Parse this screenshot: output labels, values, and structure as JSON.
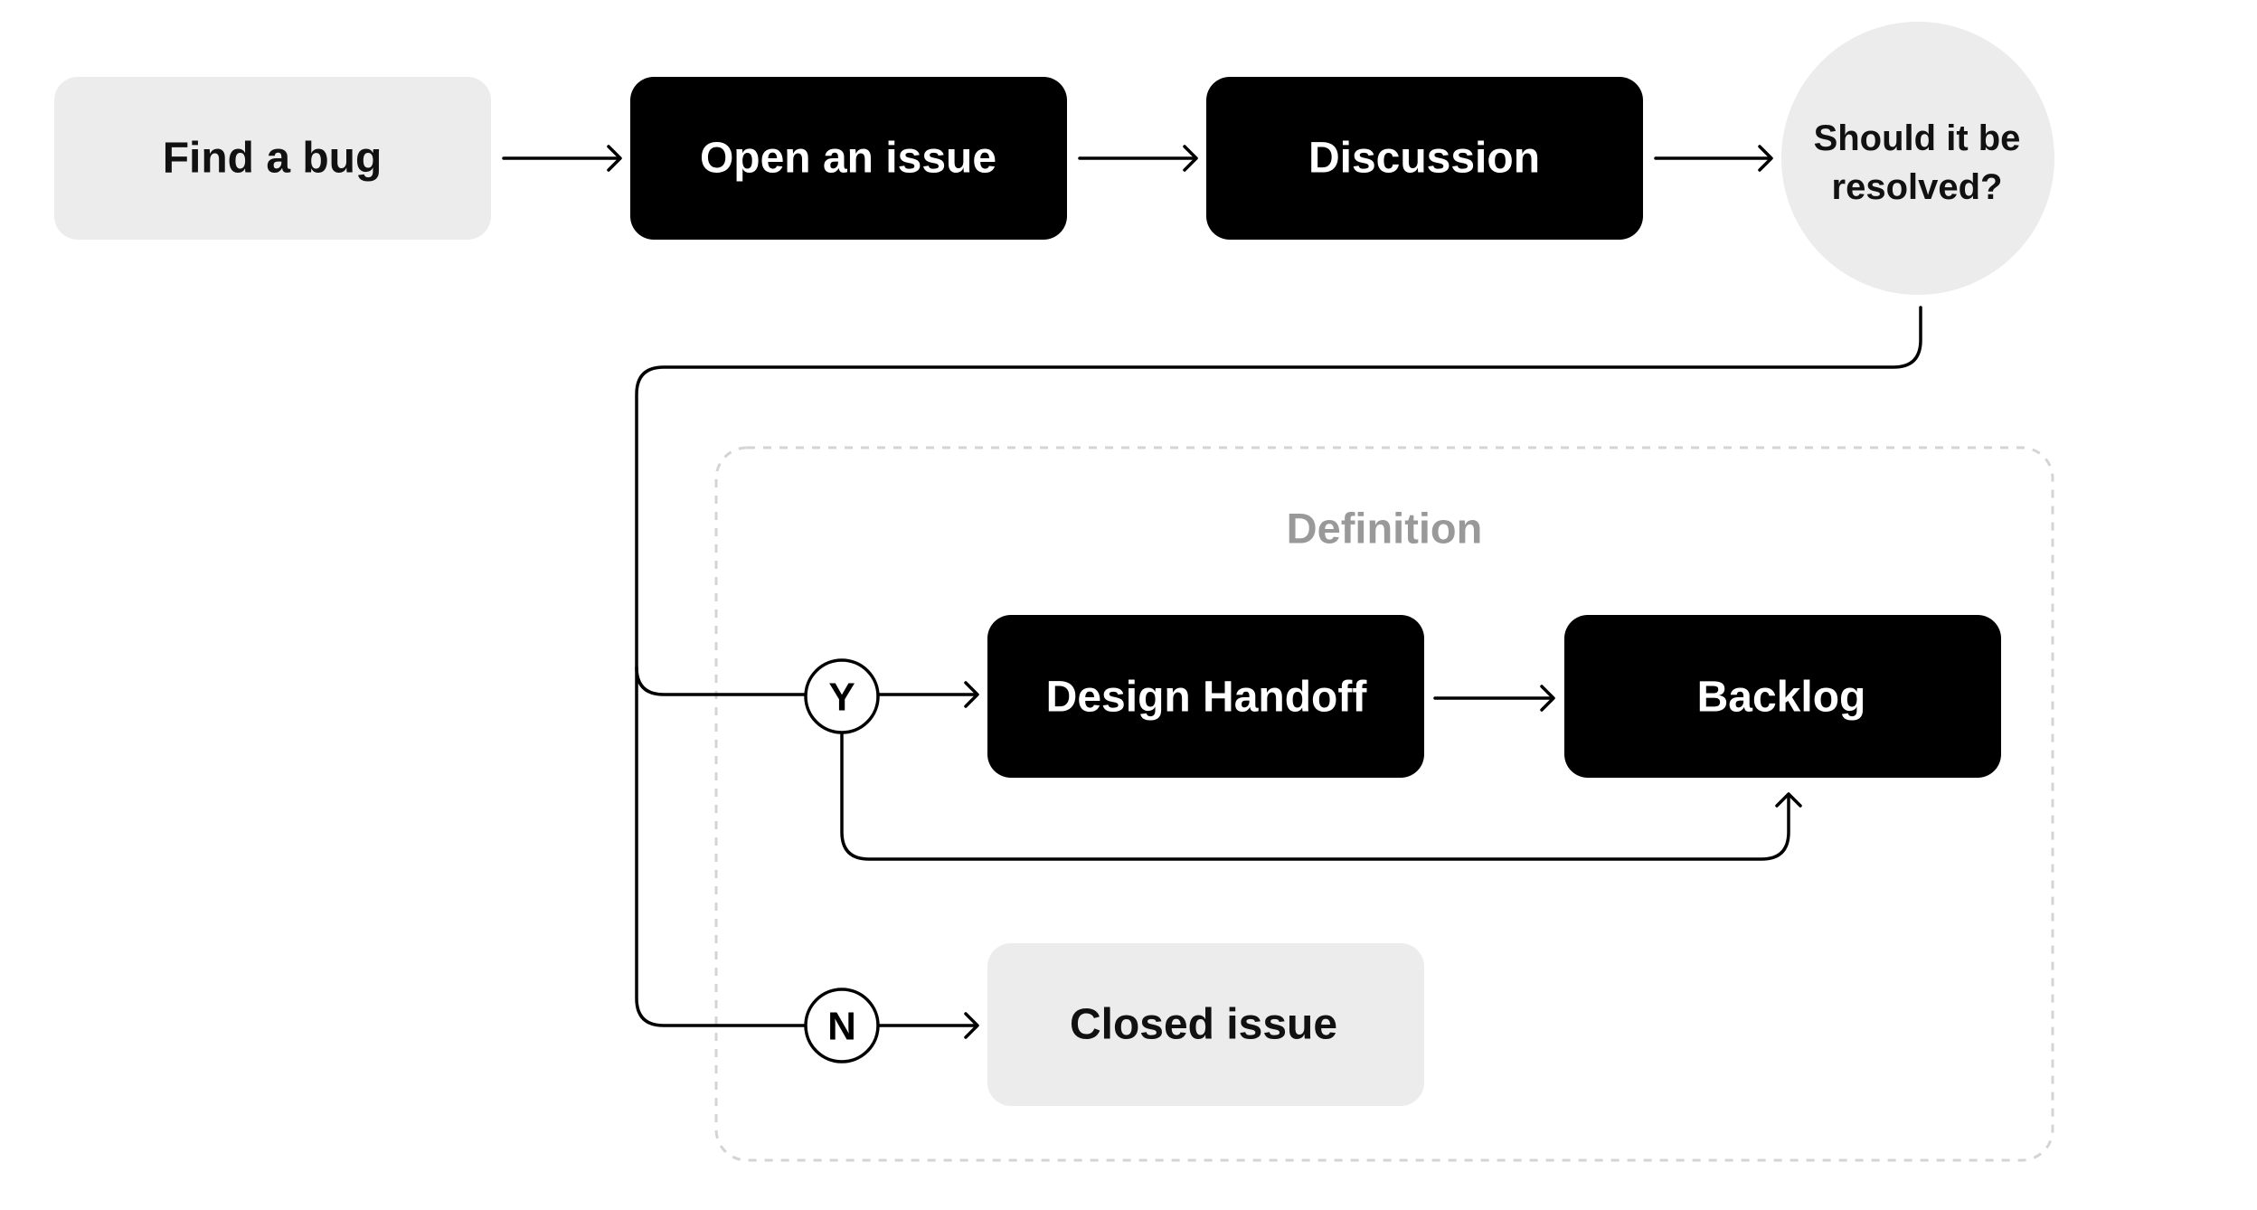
{
  "diagram": {
    "nodes": {
      "find_bug": {
        "label": "Find a bug"
      },
      "open_issue": {
        "label": "Open an issue"
      },
      "discussion": {
        "label": "Discussion"
      },
      "decision": {
        "label_line1": "Should it be",
        "label_line2": "resolved?"
      },
      "design_handoff": {
        "label": "Design Handoff"
      },
      "backlog": {
        "label": "Backlog"
      },
      "closed_issue": {
        "label": "Closed issue"
      }
    },
    "group": {
      "label": "Definition"
    },
    "branches": {
      "yes": {
        "label": "Y"
      },
      "no": {
        "label": "N"
      }
    }
  },
  "colors": {
    "dark_node": "#000000",
    "light_node": "#ececec",
    "dark_text": "#ffffff",
    "light_text": "#111111",
    "group_label": "#999999",
    "group_border": "#d4d4d4"
  }
}
